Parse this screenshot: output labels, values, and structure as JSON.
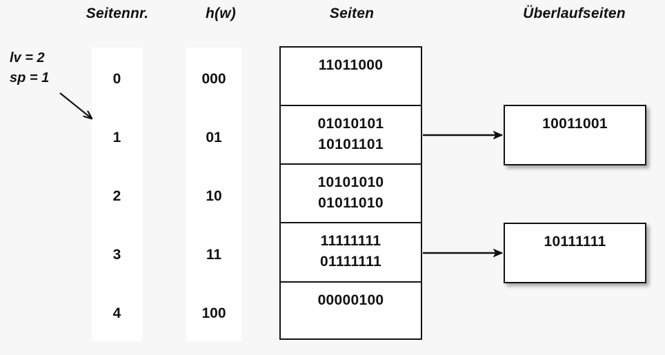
{
  "headers": {
    "page_number": "Seitennr.",
    "hash": "h(w)",
    "pages": "Seiten",
    "overflow_pages": "Überlaufseiten"
  },
  "params": {
    "level": "lv = 2",
    "split_pointer": "sp = 1"
  },
  "rows": [
    {
      "page_number": "0",
      "hash": "000",
      "records": [
        "11011000"
      ]
    },
    {
      "page_number": "1",
      "hash": "01",
      "records": [
        "01010101",
        "10101101"
      ]
    },
    {
      "page_number": "2",
      "hash": "10",
      "records": [
        "10101010",
        "01011010"
      ]
    },
    {
      "page_number": "3",
      "hash": "11",
      "records": [
        "11111111",
        "01111111"
      ]
    },
    {
      "page_number": "4",
      "hash": "100",
      "records": [
        "00000100"
      ]
    }
  ],
  "overflow": [
    {
      "from_row": 1,
      "records": [
        "10011001"
      ]
    },
    {
      "from_row": 3,
      "records": [
        "10111111"
      ]
    }
  ],
  "colors": {
    "background": "#f7f7f7",
    "surface": "#ffffff",
    "ink": "#111111"
  }
}
